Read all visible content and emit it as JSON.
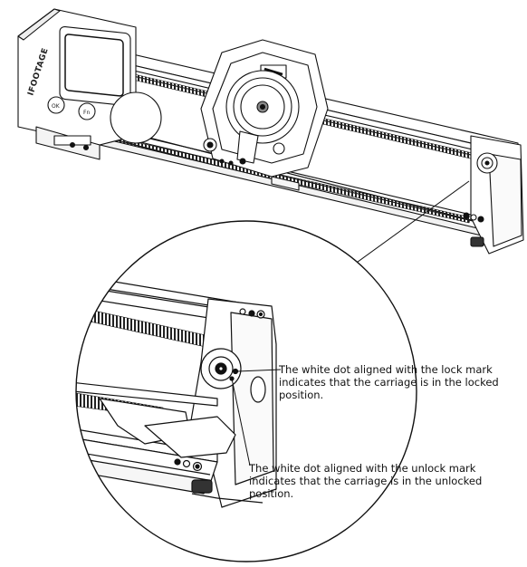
{
  "device": {
    "brand": "IFOOTAGE",
    "button_ok": "OK",
    "button_fn": "Fn"
  },
  "callouts": {
    "lock": {
      "line1": "The white dot aligned with the lock mark",
      "line2": "indicates that the carriage is in the locked",
      "line3": "position."
    },
    "unlock": {
      "line1": "The white dot aligned with the unlock mark",
      "line2": "indicates that the carriage is in the unlocked",
      "line3": "position."
    }
  }
}
